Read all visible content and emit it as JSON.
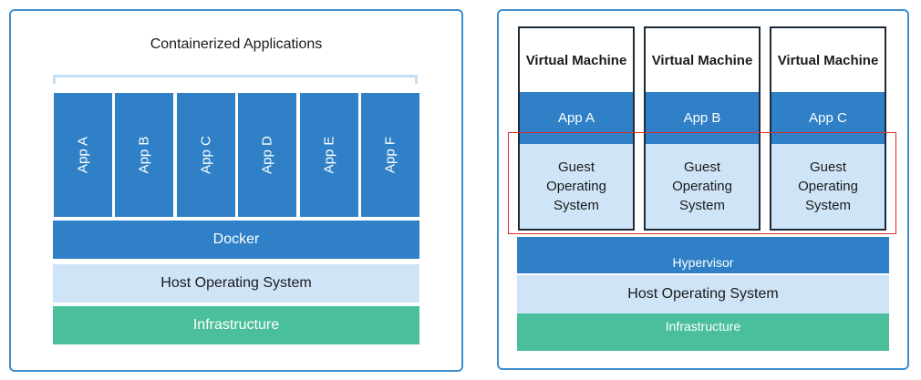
{
  "containers": {
    "title": "Containerized Applications",
    "apps": [
      "App A",
      "App B",
      "App C",
      "App D",
      "App E",
      "App F"
    ],
    "docker": "Docker",
    "host_os": "Host Operating System",
    "infrastructure": "Infrastructure"
  },
  "vms": {
    "machines": [
      {
        "title": "Virtual Machine",
        "app": "App A",
        "guest_os": "Guest Operating System"
      },
      {
        "title": "Virtual Machine",
        "app": "App B",
        "guest_os": "Guest Operating System"
      },
      {
        "title": "Virtual Machine",
        "app": "App C",
        "guest_os": "Guest Operating System"
      }
    ],
    "hypervisor": "Hypervisor",
    "host_os": "Host Operating System",
    "infrastructure": "Infrastructure"
  },
  "colors": {
    "border": "#3e8fcf",
    "dark_blue": "#2f80c6",
    "light_blue": "#cfe5f7",
    "green": "#4bbf9b",
    "highlight": "#d92b2b"
  }
}
